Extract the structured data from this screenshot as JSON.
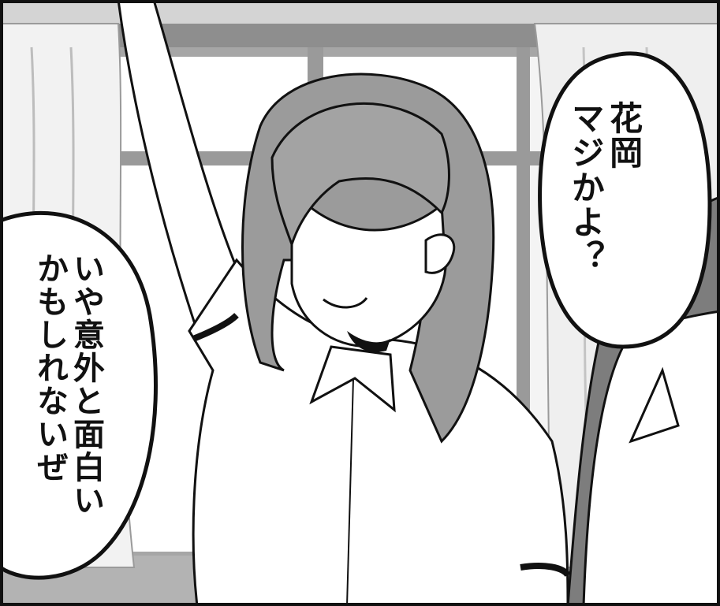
{
  "bubbles": {
    "right": {
      "lines": [
        "花岡",
        "マジかよ？"
      ]
    },
    "left": {
      "lines": [
        "いや意外と面白い",
        "かもしれないぜ"
      ]
    }
  },
  "colors": {
    "outline": "#111111",
    "window_frame": "#9a9a9a",
    "window_glass": "#ffffff",
    "wall": "#c9c9c9",
    "hair": "#8f8f8f",
    "hair_shadow": "#6f6f6f",
    "shirt": "#ffffff",
    "curtain": "#eeeeee"
  }
}
